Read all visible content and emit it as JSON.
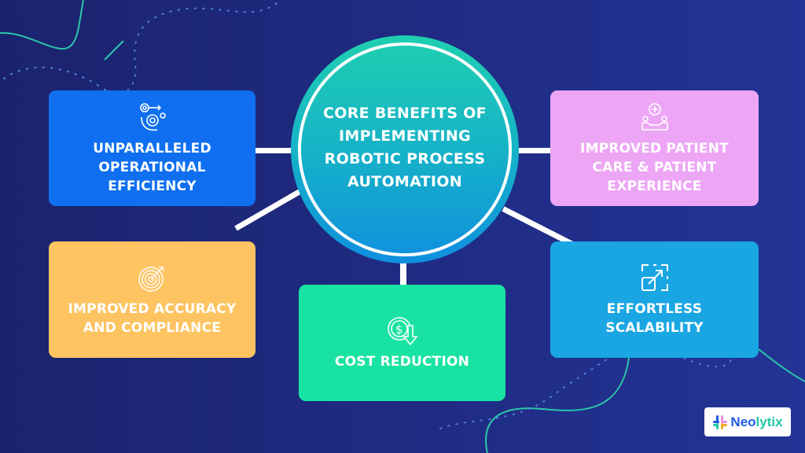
{
  "title": "CORE BENEFITS OF\nIMPLEMENTING\nROBOTIC PROCESS\nAUTOMATION",
  "colors": {
    "background": "#1f2a80",
    "center_gradient_top": "#1fcfb0",
    "center_gradient_bottom": "#0f8fdf",
    "connector": "#ffffff",
    "decor_line": "#2bc7a8"
  },
  "benefits": [
    {
      "label": "UNPARALLELED\nOPERATIONAL\nEFFICIENCY",
      "icon": "gear-efficiency-icon",
      "color": "#0f6ff0"
    },
    {
      "label": "IMPROVED PATIENT\nCARE & PATIENT\nEXPERIENCE",
      "icon": "patient-care-icon",
      "color": "#eca6f5"
    },
    {
      "label": "IMPROVED ACCURACY\nAND COMPLIANCE",
      "icon": "target-icon",
      "color": "#fec462"
    },
    {
      "label": "COST REDUCTION",
      "icon": "dollar-down-icon",
      "color": "#19e3a2"
    },
    {
      "label": "EFFORTLESS\nSCALABILITY",
      "icon": "scale-expand-icon",
      "color": "#1aa6e3"
    }
  ],
  "logo": {
    "text_part1": "Neo",
    "text_part2": "lytix"
  }
}
